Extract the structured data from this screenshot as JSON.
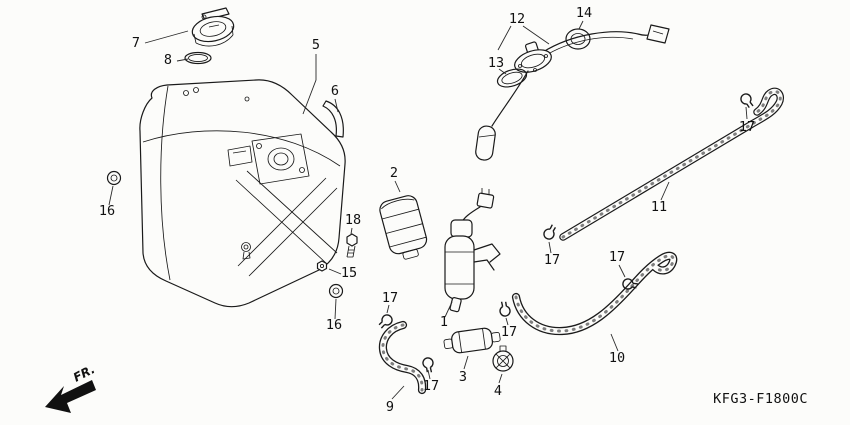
{
  "diagram": {
    "code": "KFG3-F1800C",
    "direction_label": "FR.",
    "ink_color": "#1a1a1a",
    "background_color": "#fcfcfa",
    "callouts": [
      {
        "id": "7"
      },
      {
        "id": "8"
      },
      {
        "id": "5"
      },
      {
        "id": "6"
      },
      {
        "id": "16"
      },
      {
        "id": "16"
      },
      {
        "id": "18"
      },
      {
        "id": "15"
      },
      {
        "id": "2"
      },
      {
        "id": "1"
      },
      {
        "id": "12"
      },
      {
        "id": "13"
      },
      {
        "id": "14"
      },
      {
        "id": "17"
      },
      {
        "id": "11"
      },
      {
        "id": "17"
      },
      {
        "id": "17"
      },
      {
        "id": "10"
      },
      {
        "id": "17"
      },
      {
        "id": "17"
      },
      {
        "id": "17"
      },
      {
        "id": "9"
      },
      {
        "id": "3"
      },
      {
        "id": "4"
      }
    ]
  }
}
